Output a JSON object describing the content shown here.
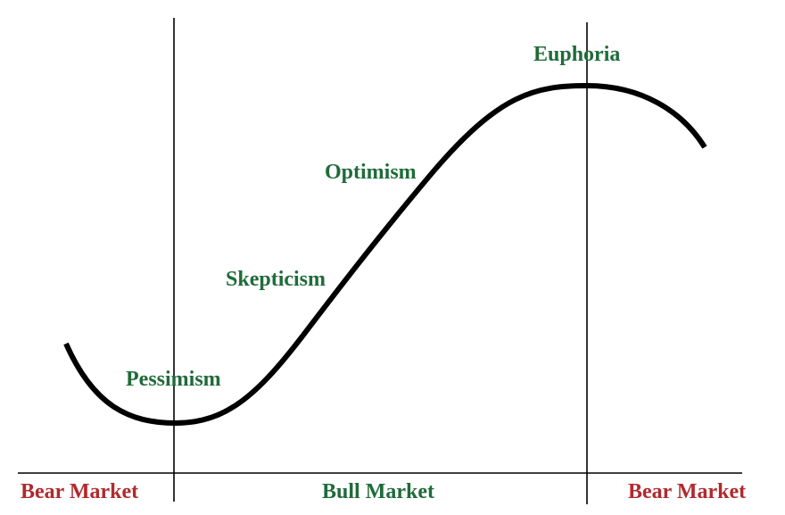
{
  "sentiment_stages": {
    "pessimism": "Pessimism",
    "skepticism": "Skepticism",
    "optimism": "Optimism",
    "euphoria": "Euphoria"
  },
  "market_phases": {
    "bear_left": "Bear Market",
    "bull": "Bull Market",
    "bear_right": "Bear Market"
  },
  "colors": {
    "sentiment_text": "#1f6b3a",
    "bear_text": "#b02a2e",
    "bull_text": "#1f6b3a",
    "lines": "#000000",
    "background": "#ffffff"
  }
}
